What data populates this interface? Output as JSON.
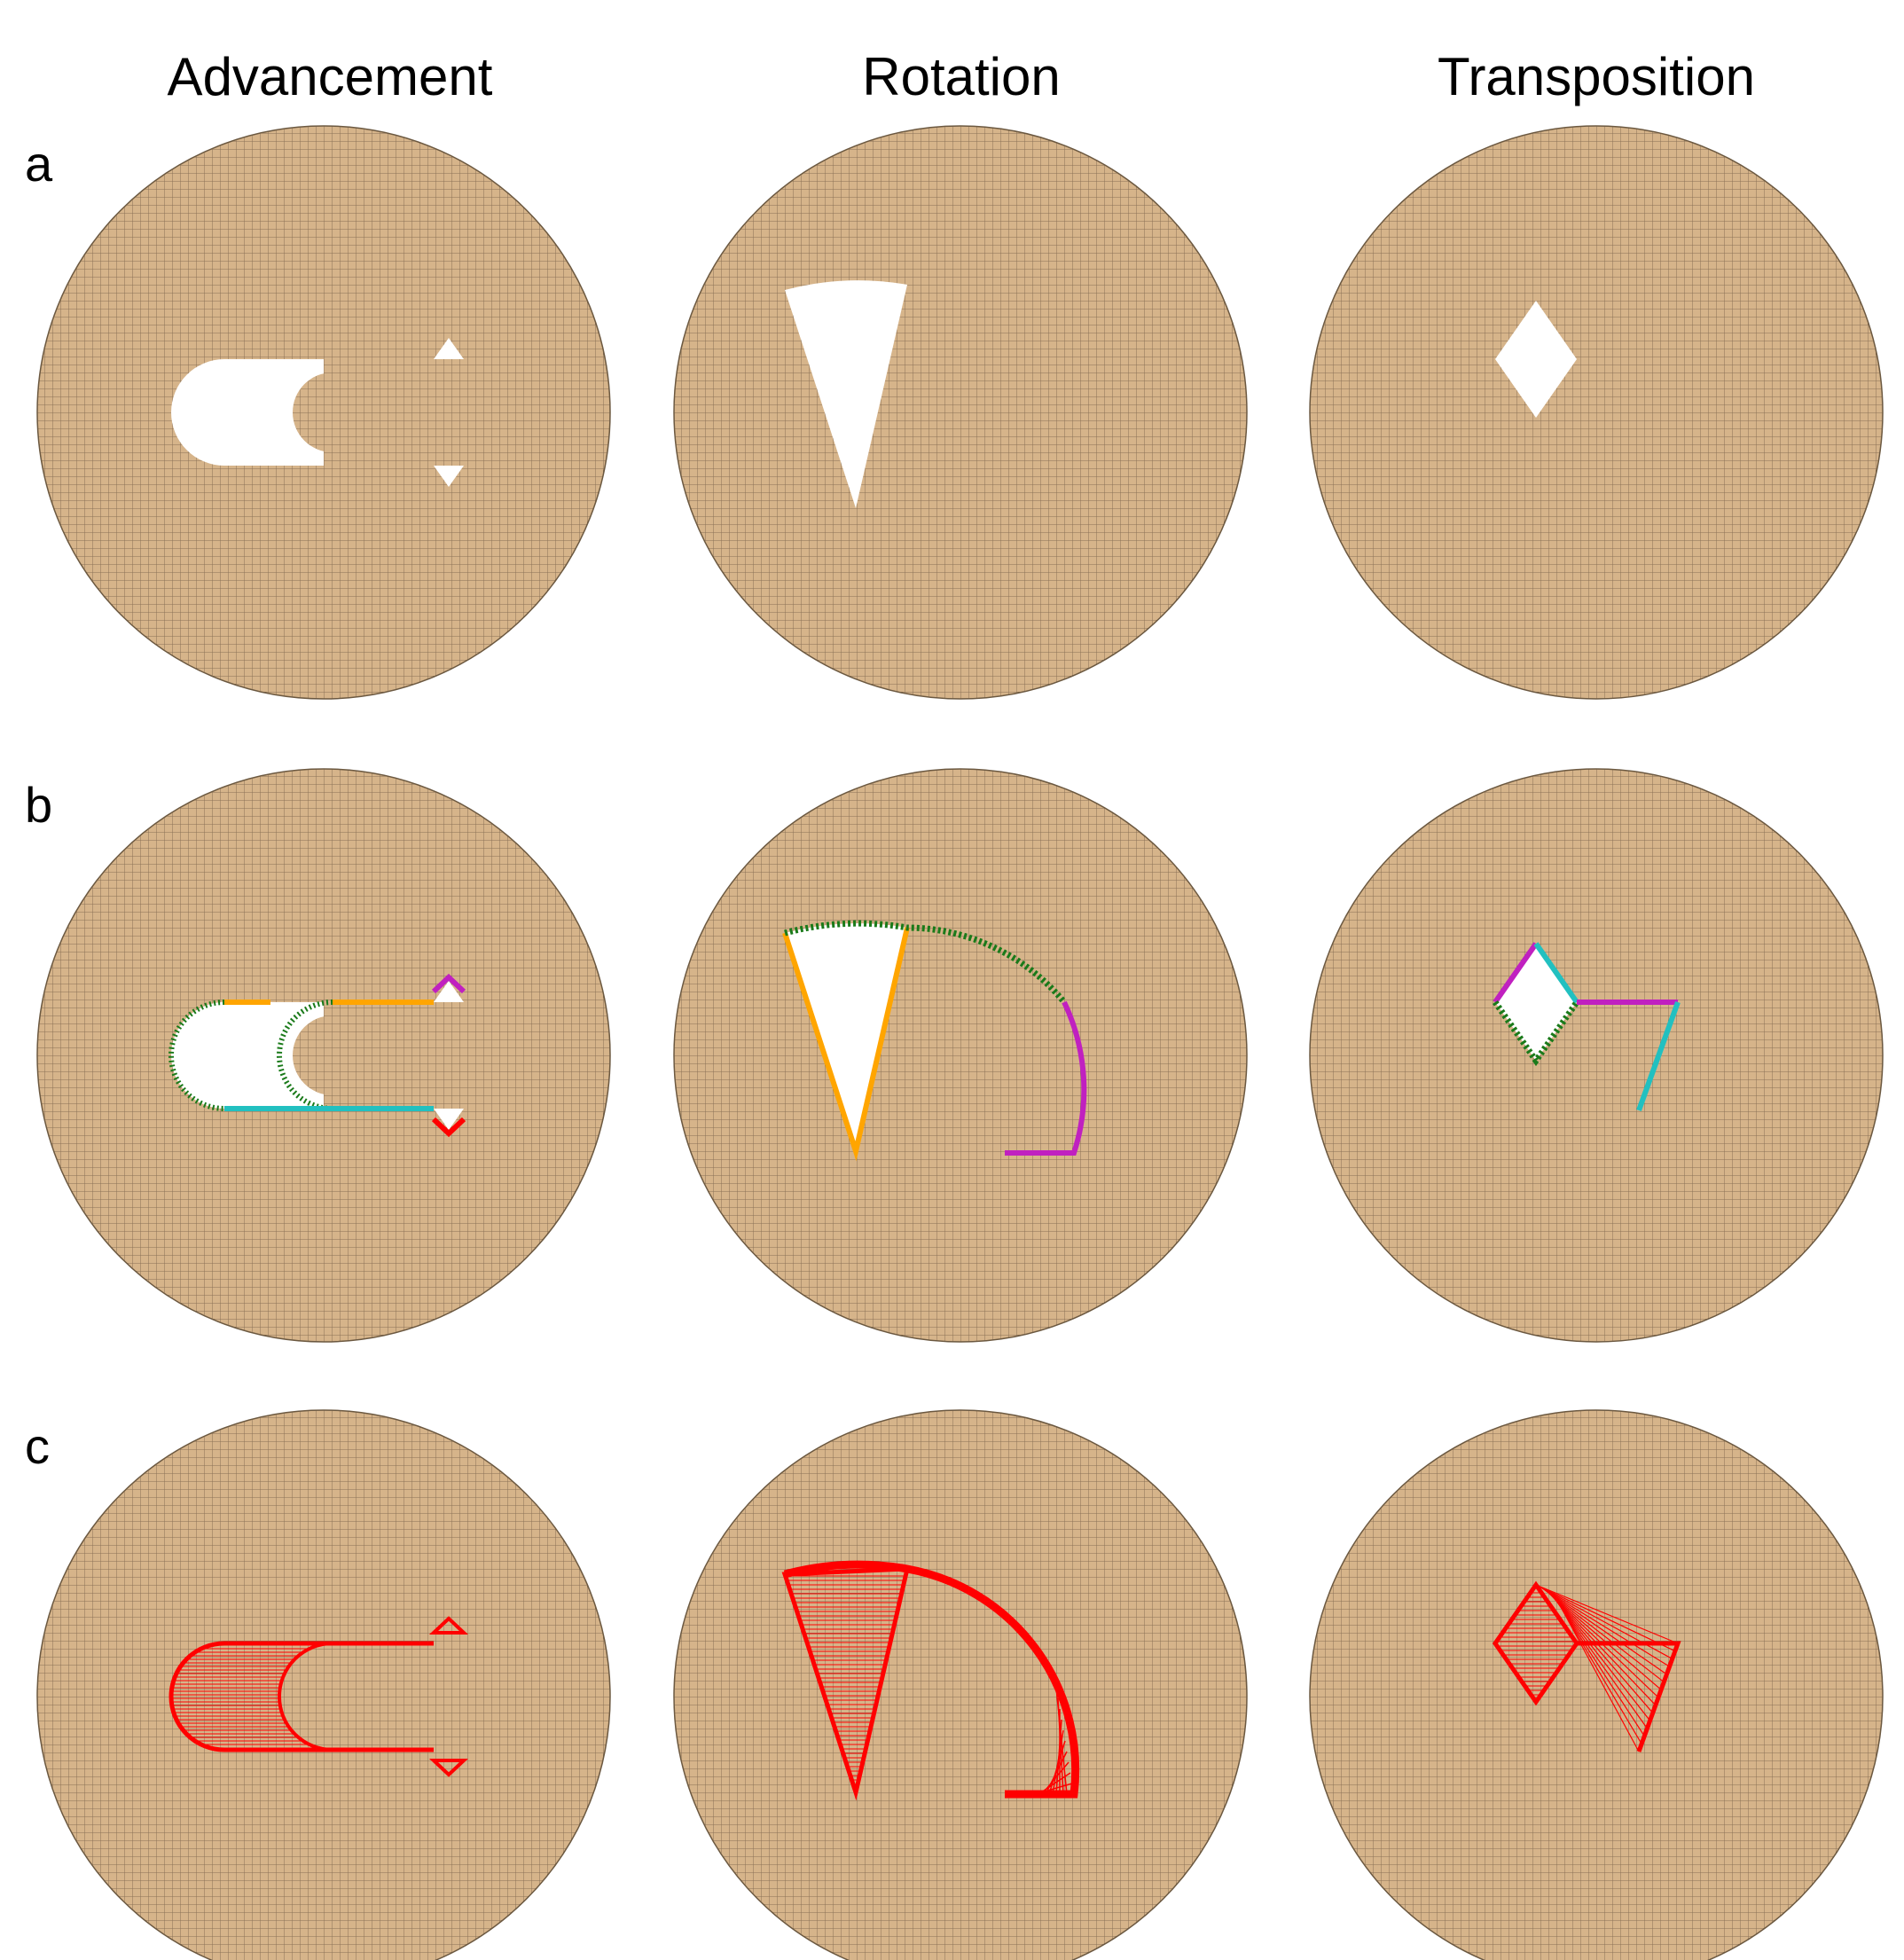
{
  "columns": [
    "Advancement",
    "Rotation",
    "Transposition"
  ],
  "rows": [
    "a",
    "b",
    "c"
  ],
  "colors": {
    "mesh_fill": "#d6b48a",
    "mesh_line": "#4a3b2a",
    "hole": "#ffffff",
    "orange": "#ffa500",
    "green": "#1a7a1a",
    "cyan": "#22c0c0",
    "magenta": "#c020c0",
    "red": "#ff0000"
  }
}
